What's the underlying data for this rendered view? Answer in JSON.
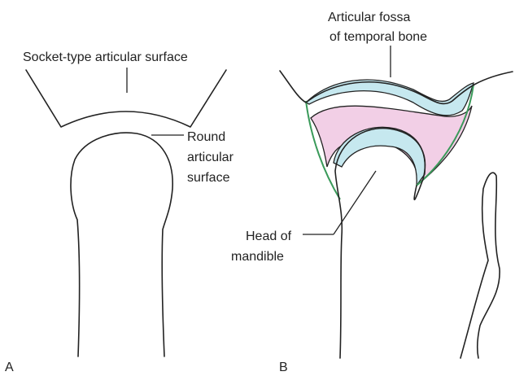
{
  "panels": {
    "a": {
      "letter": "A",
      "socket_label": "Socket-type articular surface",
      "round_label": [
        "Round",
        "articular",
        "surface"
      ]
    },
    "b": {
      "letter": "B",
      "fossa_label": [
        "Articular fossa",
        "of temporal bone"
      ],
      "head_label": [
        "Head of",
        "mandible"
      ]
    }
  },
  "colors": {
    "outline": "#222222",
    "cartilage_blue": "#c6e8ef",
    "disc_pink": "#f2cfe6",
    "capsule_green": "#3a9a5a"
  }
}
